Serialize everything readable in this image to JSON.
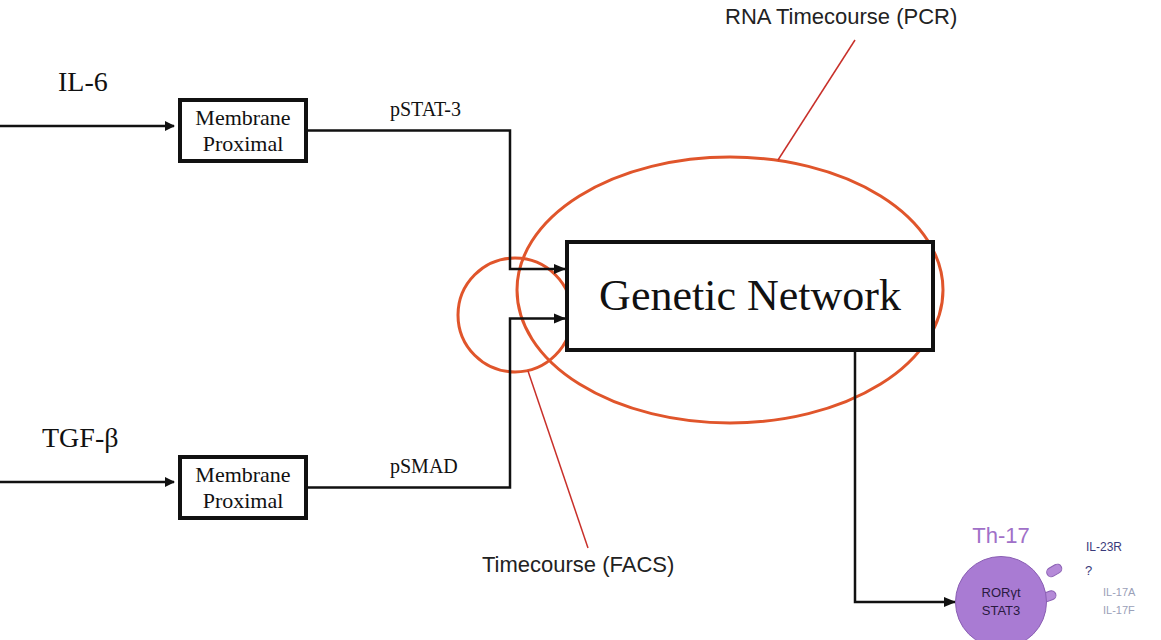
{
  "diagram": {
    "nodes": [
      {
        "text": [
          "Membrane Proximal"
        ]
      },
      {
        "text": [
          "Membrane Proximal"
        ]
      },
      {
        "text": [
          "Genetic Network"
        ]
      },
      {
        "text": [
          "Th-17",
          "RORγt STAT3"
        ]
      }
    ],
    "edges": [
      {
        "from": 0,
        "to": 2,
        "label": "pSTAT-3",
        "arrow": "to"
      },
      {
        "from": 1,
        "to": 2,
        "label": "pSMAD",
        "arrow": "to"
      },
      {
        "from": 2,
        "to": 3,
        "arrow": "to"
      }
    ],
    "labels": [
      "IL-6",
      "TGF-β",
      "RNA Timecourse (PCR)",
      "Timecourse (FACS)",
      "IL-23R",
      "?",
      "IL-17A",
      "IL-17F"
    ]
  }
}
